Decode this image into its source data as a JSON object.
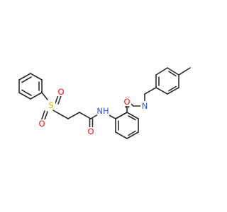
{
  "molecule": {
    "atoms": {
      "amide_o_right": {
        "symbol": "O",
        "color": "#ff0d0d"
      },
      "amide_n_right": {
        "symbol": "N",
        "color": "#3050f8"
      },
      "amide_nh_left": {
        "symbol": "NH",
        "color": "#3050f8"
      },
      "amide_o_left": {
        "symbol": "O",
        "color": "#ff0d0d"
      },
      "sulfur": {
        "symbol": "S",
        "color": "#d4b800"
      },
      "sulfonyl_o_top": {
        "symbol": "O",
        "color": "#ff0d0d"
      },
      "sulfonyl_o_bottom": {
        "symbol": "O",
        "color": "#ff0d0d"
      }
    },
    "bond_color": "#2b2b2b"
  }
}
